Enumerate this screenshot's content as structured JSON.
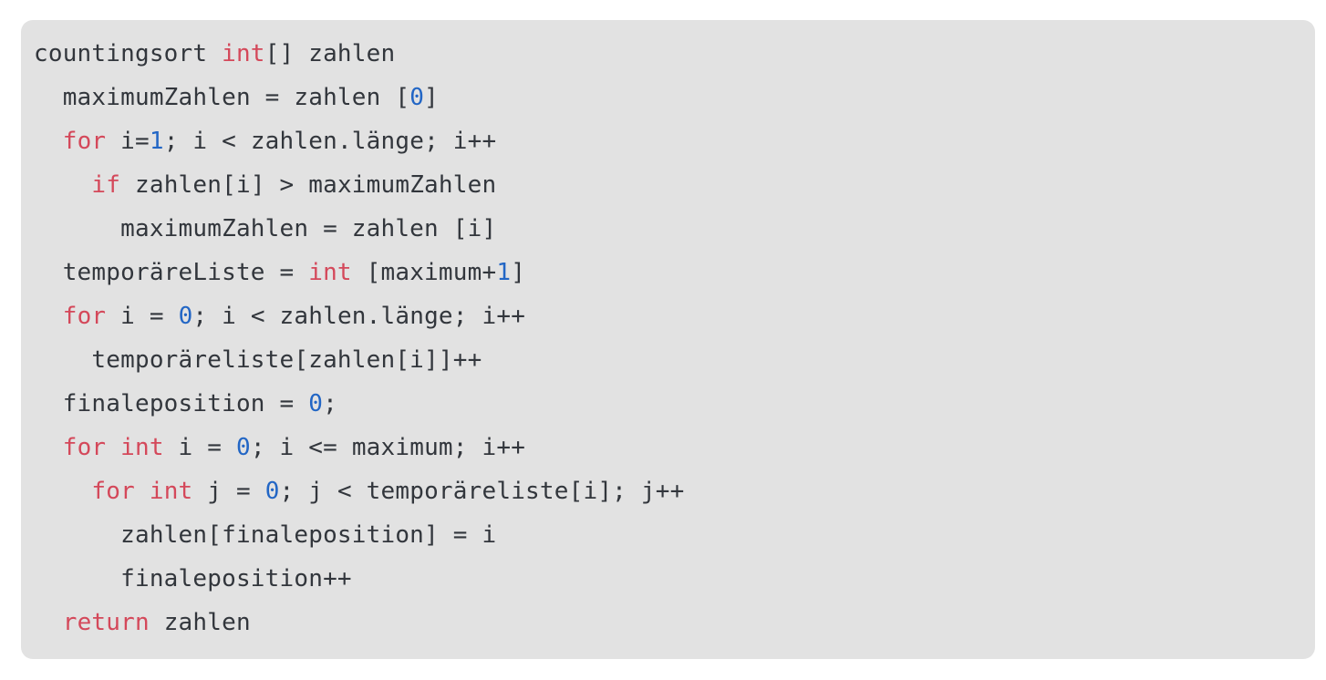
{
  "page": {
    "background": "#ffffff"
  },
  "code_block": {
    "content_kind": "pseudocode",
    "algorithm_name": "countingsort",
    "colors": {
      "background": "#e2e2e2",
      "text": "#32363c",
      "keyword": "#d4485a",
      "number": "#2266c5"
    },
    "lines": [
      {
        "tokens": [
          {
            "text": "countingsort ",
            "type": "plain"
          },
          {
            "text": "int",
            "type": "keyword"
          },
          {
            "text": "[] zahlen",
            "type": "plain"
          }
        ]
      },
      {
        "tokens": [
          {
            "text": "  maximumZahlen = zahlen [",
            "type": "plain"
          },
          {
            "text": "0",
            "type": "number"
          },
          {
            "text": "]",
            "type": "plain"
          }
        ]
      },
      {
        "tokens": [
          {
            "text": "  ",
            "type": "plain"
          },
          {
            "text": "for",
            "type": "keyword"
          },
          {
            "text": " i=",
            "type": "plain"
          },
          {
            "text": "1",
            "type": "number"
          },
          {
            "text": "; i < zahlen.länge; i++",
            "type": "plain"
          }
        ]
      },
      {
        "tokens": [
          {
            "text": "    ",
            "type": "plain"
          },
          {
            "text": "if",
            "type": "keyword"
          },
          {
            "text": " zahlen[i] > maximumZahlen",
            "type": "plain"
          }
        ]
      },
      {
        "tokens": [
          {
            "text": "      maximumZahlen = zahlen [i]",
            "type": "plain"
          }
        ]
      },
      {
        "tokens": [
          {
            "text": "  temporäreListe = ",
            "type": "plain"
          },
          {
            "text": "int",
            "type": "keyword"
          },
          {
            "text": " [maximum+",
            "type": "plain"
          },
          {
            "text": "1",
            "type": "number"
          },
          {
            "text": "]",
            "type": "plain"
          }
        ]
      },
      {
        "tokens": [
          {
            "text": "  ",
            "type": "plain"
          },
          {
            "text": "for",
            "type": "keyword"
          },
          {
            "text": " i = ",
            "type": "plain"
          },
          {
            "text": "0",
            "type": "number"
          },
          {
            "text": "; i < zahlen.länge; i++",
            "type": "plain"
          }
        ]
      },
      {
        "tokens": [
          {
            "text": "    temporäreliste[zahlen[i]]++",
            "type": "plain"
          }
        ]
      },
      {
        "tokens": [
          {
            "text": "  finaleposition = ",
            "type": "plain"
          },
          {
            "text": "0",
            "type": "number"
          },
          {
            "text": ";",
            "type": "plain"
          }
        ]
      },
      {
        "tokens": [
          {
            "text": "  ",
            "type": "plain"
          },
          {
            "text": "for",
            "type": "keyword"
          },
          {
            "text": " ",
            "type": "plain"
          },
          {
            "text": "int",
            "type": "keyword"
          },
          {
            "text": " i = ",
            "type": "plain"
          },
          {
            "text": "0",
            "type": "number"
          },
          {
            "text": "; i <= maximum; i++",
            "type": "plain"
          }
        ]
      },
      {
        "tokens": [
          {
            "text": "    ",
            "type": "plain"
          },
          {
            "text": "for",
            "type": "keyword"
          },
          {
            "text": " ",
            "type": "plain"
          },
          {
            "text": "int",
            "type": "keyword"
          },
          {
            "text": " j = ",
            "type": "plain"
          },
          {
            "text": "0",
            "type": "number"
          },
          {
            "text": "; j < temporäreliste[i]; j++",
            "type": "plain"
          }
        ]
      },
      {
        "tokens": [
          {
            "text": "      zahlen[finaleposition] = i",
            "type": "plain"
          }
        ]
      },
      {
        "tokens": [
          {
            "text": "      finaleposition++",
            "type": "plain"
          }
        ]
      },
      {
        "tokens": [
          {
            "text": "  ",
            "type": "plain"
          },
          {
            "text": "return",
            "type": "keyword"
          },
          {
            "text": " zahlen",
            "type": "plain"
          }
        ]
      }
    ]
  }
}
